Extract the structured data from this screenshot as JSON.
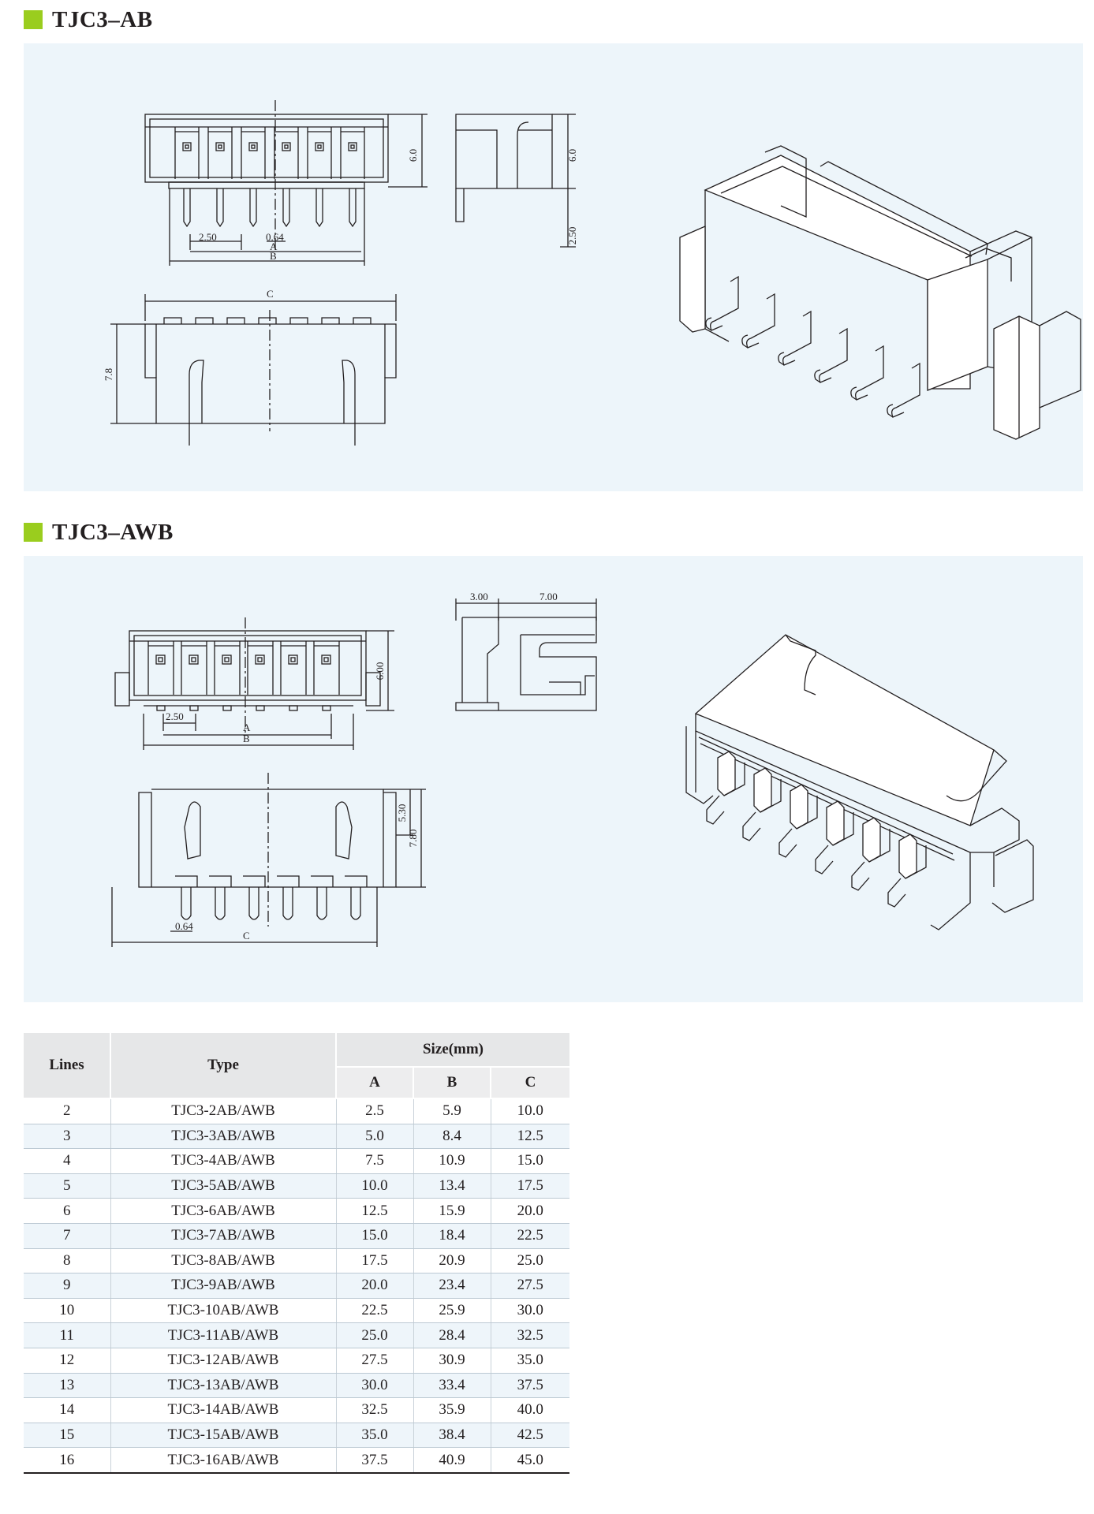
{
  "sections": [
    {
      "title": "TJC3–AB"
    },
    {
      "title": "TJC3–AWB"
    }
  ],
  "drawing_ab": {
    "dim_pitch": "2.50",
    "dim_pin": "0.64",
    "dim_a": "A",
    "dim_b": "B",
    "dim_c": "C",
    "dim_height": "6.0",
    "dim_side_height": "6.0",
    "dim_side_lead": "2.50",
    "dim_depth": "7.8"
  },
  "drawing_awb": {
    "dim_top_left": "3.00",
    "dim_top_right": "7.00",
    "dim_height": "6.00",
    "dim_pitch": "2.50",
    "dim_a": "A",
    "dim_b": "B",
    "dim_c": "C",
    "dim_pin": "0.64",
    "dim_inner": "5.30",
    "dim_depth": "7.80"
  },
  "table": {
    "head_lines": "Lines",
    "head_type": "Type",
    "head_size": "Size(mm)",
    "head_a": "A",
    "head_b": "B",
    "head_c": "C",
    "rows": [
      {
        "lines": "2",
        "type": "TJC3-2AB/AWB",
        "a": "2.5",
        "b": "5.9",
        "c": "10.0"
      },
      {
        "lines": "3",
        "type": "TJC3-3AB/AWB",
        "a": "5.0",
        "b": "8.4",
        "c": "12.5"
      },
      {
        "lines": "4",
        "type": "TJC3-4AB/AWB",
        "a": "7.5",
        "b": "10.9",
        "c": "15.0"
      },
      {
        "lines": "5",
        "type": "TJC3-5AB/AWB",
        "a": "10.0",
        "b": "13.4",
        "c": "17.5"
      },
      {
        "lines": "6",
        "type": "TJC3-6AB/AWB",
        "a": "12.5",
        "b": "15.9",
        "c": "20.0"
      },
      {
        "lines": "7",
        "type": "TJC3-7AB/AWB",
        "a": "15.0",
        "b": "18.4",
        "c": "22.5"
      },
      {
        "lines": "8",
        "type": "TJC3-8AB/AWB",
        "a": "17.5",
        "b": "20.9",
        "c": "25.0"
      },
      {
        "lines": "9",
        "type": "TJC3-9AB/AWB",
        "a": "20.0",
        "b": "23.4",
        "c": "27.5"
      },
      {
        "lines": "10",
        "type": "TJC3-10AB/AWB",
        "a": "22.5",
        "b": "25.9",
        "c": "30.0"
      },
      {
        "lines": "11",
        "type": "TJC3-11AB/AWB",
        "a": "25.0",
        "b": "28.4",
        "c": "32.5"
      },
      {
        "lines": "12",
        "type": "TJC3-12AB/AWB",
        "a": "27.5",
        "b": "30.9",
        "c": "35.0"
      },
      {
        "lines": "13",
        "type": "TJC3-13AB/AWB",
        "a": "30.0",
        "b": "33.4",
        "c": "37.5"
      },
      {
        "lines": "14",
        "type": "TJC3-14AB/AWB",
        "a": "32.5",
        "b": "35.9",
        "c": "40.0"
      },
      {
        "lines": "15",
        "type": "TJC3-15AB/AWB",
        "a": "35.0",
        "b": "38.4",
        "c": "42.5"
      },
      {
        "lines": "16",
        "type": "TJC3-16AB/AWB",
        "a": "37.5",
        "b": "40.9",
        "c": "45.0"
      }
    ]
  }
}
